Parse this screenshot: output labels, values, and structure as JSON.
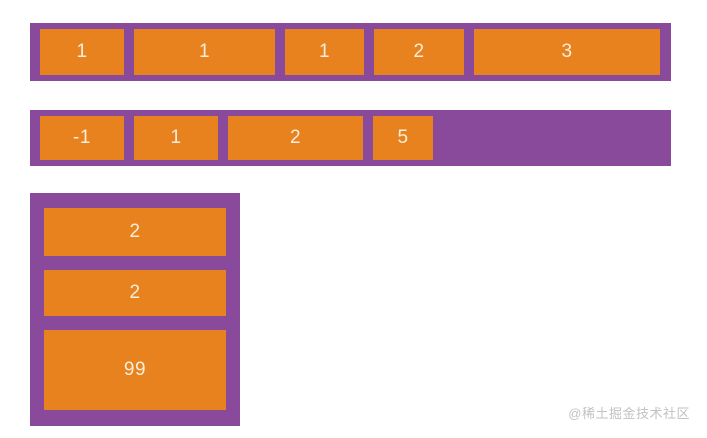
{
  "colors": {
    "background": "#ffffff",
    "container_purple": "#8a4a9b",
    "item_orange": "#e8821e",
    "item_text": "#f8eedd",
    "watermark_gray": "#c2c2c2"
  },
  "diagram": {
    "row1": {
      "items": [
        {
          "label": "1",
          "width": 84
        },
        {
          "label": "1",
          "width": 141
        },
        {
          "label": "1",
          "width": 79
        },
        {
          "label": "2",
          "width": 90
        },
        {
          "label": "3",
          "width": 186
        }
      ]
    },
    "row2": {
      "items": [
        {
          "label": "-1",
          "width": 84
        },
        {
          "label": "1",
          "width": 84
        },
        {
          "label": "2",
          "width": 135
        },
        {
          "label": "5",
          "width": 60
        }
      ]
    },
    "column": {
      "items": [
        {
          "label": "2",
          "height": 48
        },
        {
          "label": "2",
          "height": 46
        },
        {
          "label": "99",
          "height": 80
        }
      ]
    }
  },
  "watermark": "@稀土掘金技术社区"
}
